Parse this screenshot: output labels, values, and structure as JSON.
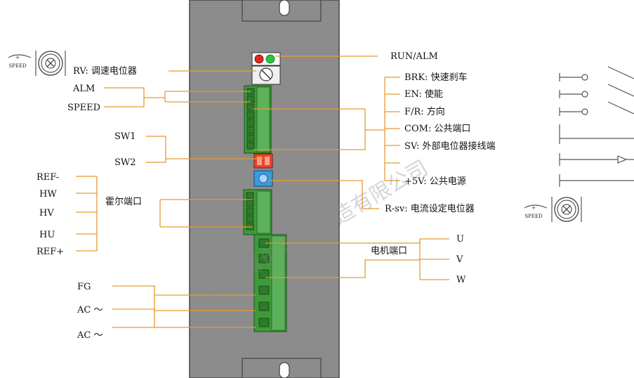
{
  "labels": {
    "run_alm": "RUN/ALM",
    "rv": "RV: 调速电位器",
    "alm": "ALM",
    "speed": "SPEED",
    "sw1": "SW1",
    "sw2": "SW2",
    "ref_minus": "REF-",
    "hw": "HW",
    "hv": "HV",
    "hu": "HU",
    "ref_plus": "REF+",
    "hall_port": "霍尔端口",
    "fg": "FG",
    "ac1": "AC ～",
    "ac2": "AC ～",
    "brk": "BRK: 快速刹车",
    "en": "EN: 使能",
    "fr": "F/R: 方向",
    "com": "COM: 公共端口",
    "sv": "SV: 外部电位器接线端",
    "plus5v": "+5V: 公共电源",
    "rsv": "R-sv: 电流设定电位器",
    "motor_port": "电机端口",
    "u": "U",
    "v": "V",
    "w": "W",
    "knob_speed_left": "SPEED",
    "knob_speed_right": "SPEED",
    "knob_plus_left": "+",
    "knob_plus_right": "+"
  },
  "watermark": "无锡青创电机制造有限公司",
  "colors": {
    "leader_line": "#e59a2f",
    "chassis": "#8c8c8c",
    "terminal_green": "#3f9a3a",
    "led_red": "#e0281e",
    "led_green": "#2fc23a",
    "dip_switch": "#e8452c",
    "blue_pot": "#3b9be0"
  }
}
